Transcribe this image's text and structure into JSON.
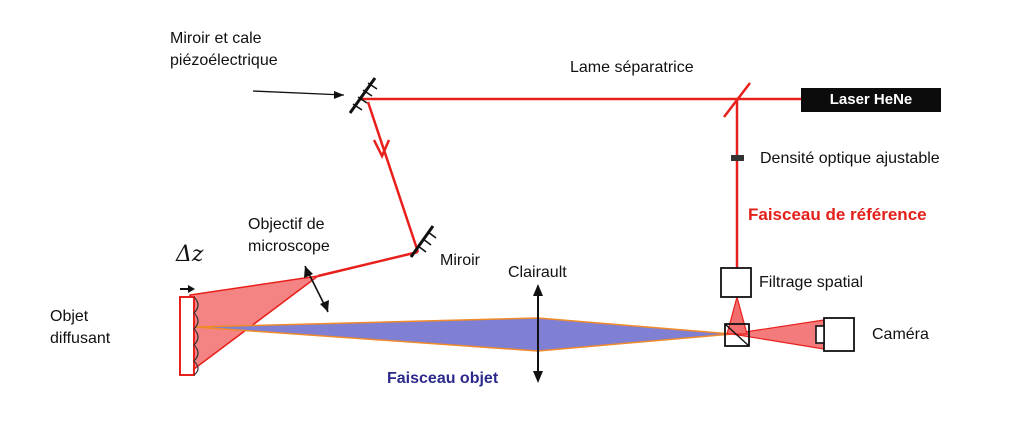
{
  "labels": {
    "mirror_piezo": "Miroir et cale\npiézoélectrique",
    "beam_splitter": "Lame séparatrice",
    "laser": "Laser HeNe",
    "density": "Densité optique ajustable",
    "reference_beam": "Faisceau de référence",
    "objective": "Objectif de\nmicroscope",
    "mirror": "Miroir",
    "delta_z": "Δz",
    "clairault": "Clairault",
    "spatial_filter": "Filtrage spatial",
    "object": "Objet\ndiffusant",
    "camera": "Caméra",
    "object_beam": "Faisceau objet"
  },
  "colors": {
    "laser_beam": "#e8201c",
    "beam_fill": "#f26d6d",
    "object_beam_fill": "#7f7fd3",
    "object_beam_edge": "#f08a2a",
    "reference_text": "#e3201a",
    "object_text": "#2b2a8c"
  }
}
